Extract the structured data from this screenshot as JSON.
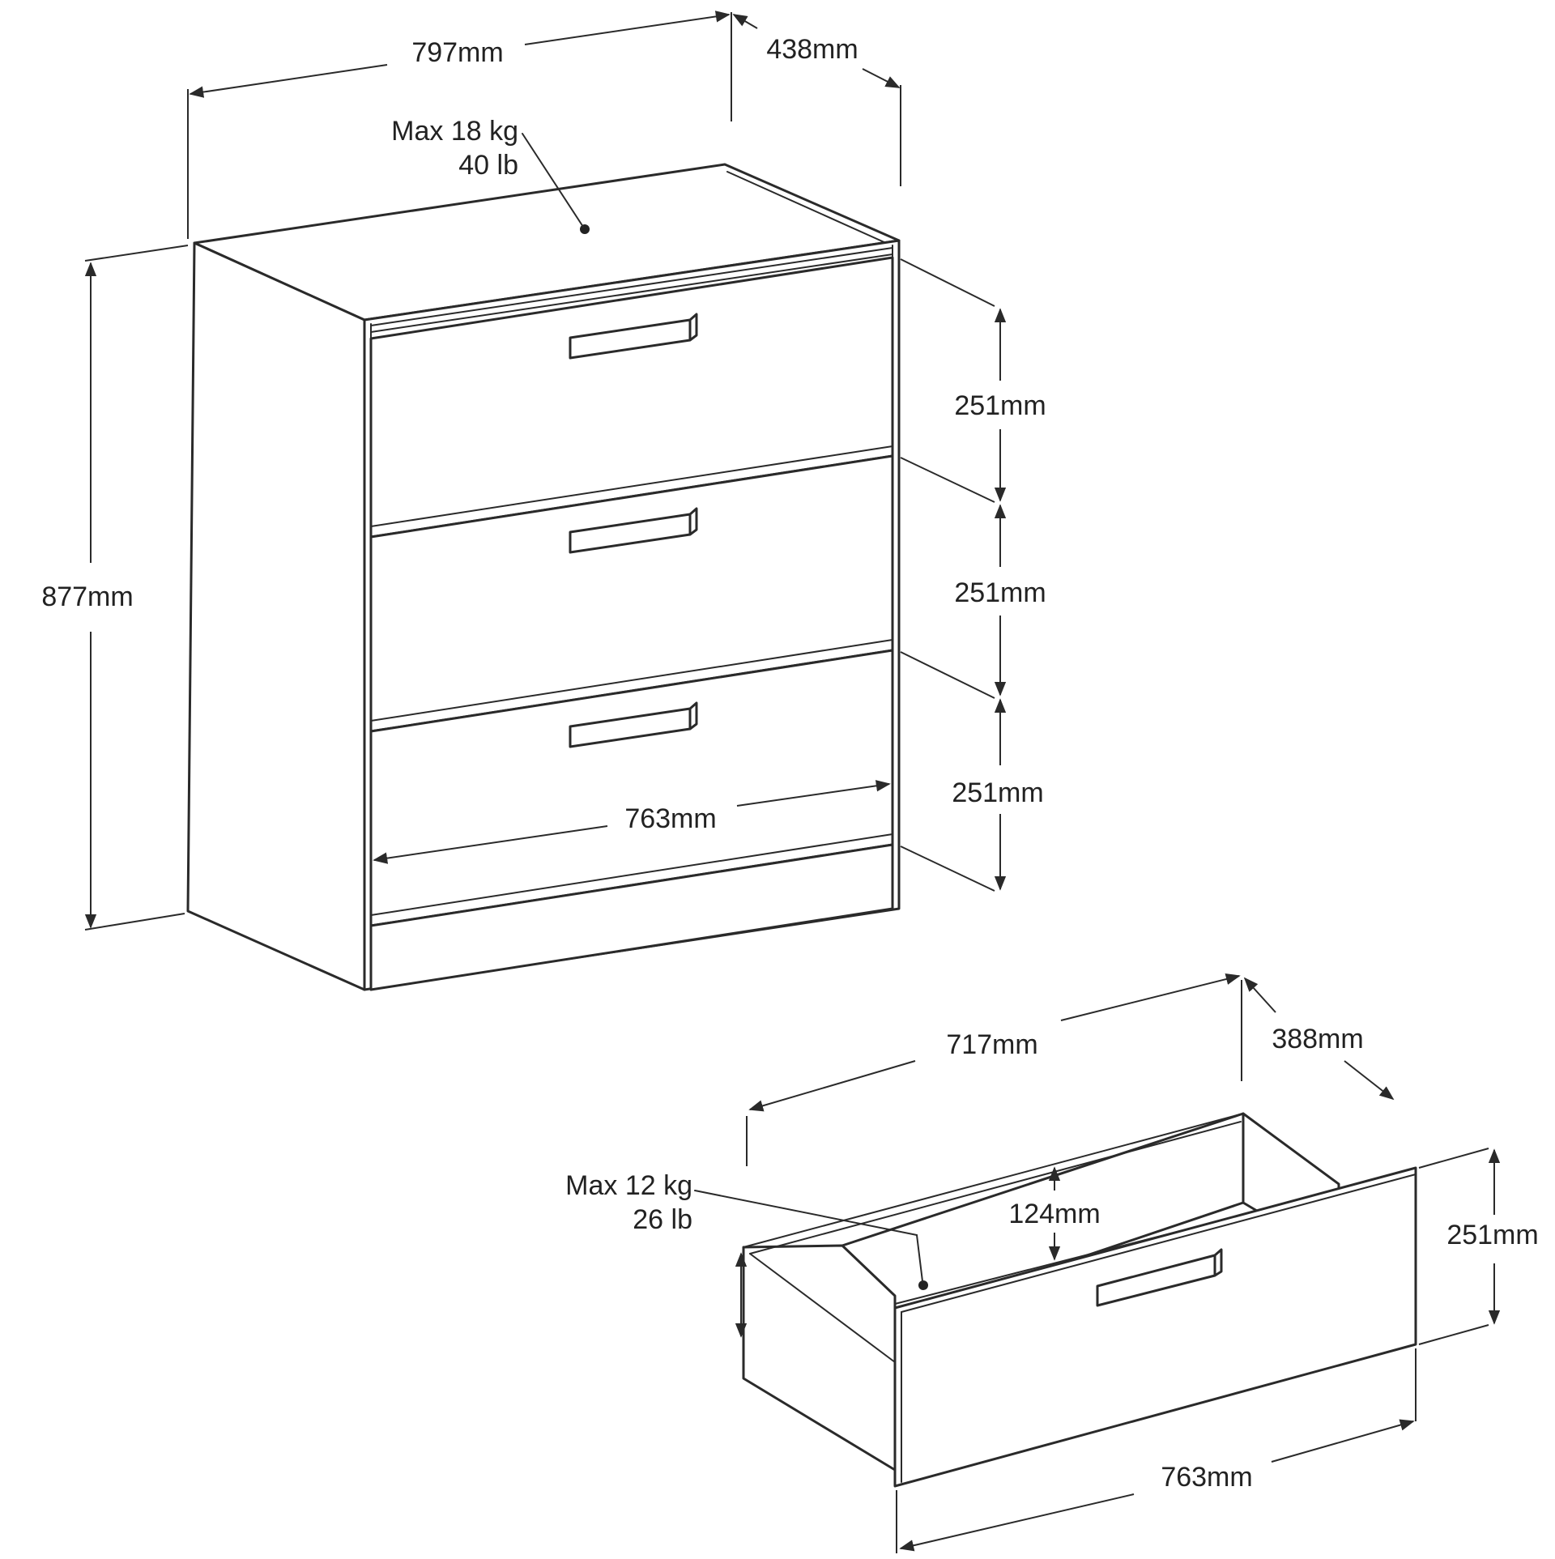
{
  "dresser": {
    "width": "797mm",
    "depth": "438mm",
    "height": "877mm",
    "top_load_kg": "Max 18 kg",
    "top_load_lb": "40 lb",
    "drawer1_height": "251mm",
    "drawer2_height": "251mm",
    "drawer3_height": "251mm",
    "inner_width": "763mm"
  },
  "drawer": {
    "inner_width": "717mm",
    "depth": "388mm",
    "load_kg": "Max 12 kg",
    "load_lb": "26 lb",
    "inner_height": "124mm",
    "front_height": "251mm",
    "front_width": "763mm"
  },
  "colors": {
    "line": "#2a2a2a",
    "background": "#ffffff"
  }
}
